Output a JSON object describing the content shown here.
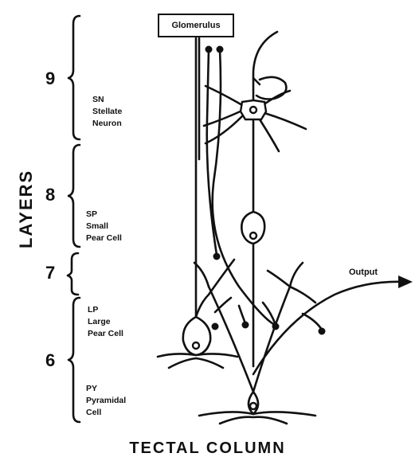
{
  "axis_label": "LAYERS",
  "layers": [
    {
      "number": "9",
      "cell_abbr": "SN",
      "cell_name_1": "Stellate",
      "cell_name_2": "Neuron"
    },
    {
      "number": "8",
      "cell_abbr": "SP",
      "cell_name_1": "Small",
      "cell_name_2": "Pear Cell"
    },
    {
      "number": "7"
    },
    {
      "number": "6",
      "cell_abbr": "LP",
      "cell_name_1": "Large",
      "cell_name_2": "Pear Cell",
      "cell2_abbr": "PY",
      "cell2_name_1": "Pyramidal",
      "cell2_name_2": "Cell"
    }
  ],
  "glomerulus_label": "Glomerulus",
  "output_label": "Output",
  "title": "TECTAL COLUMN"
}
